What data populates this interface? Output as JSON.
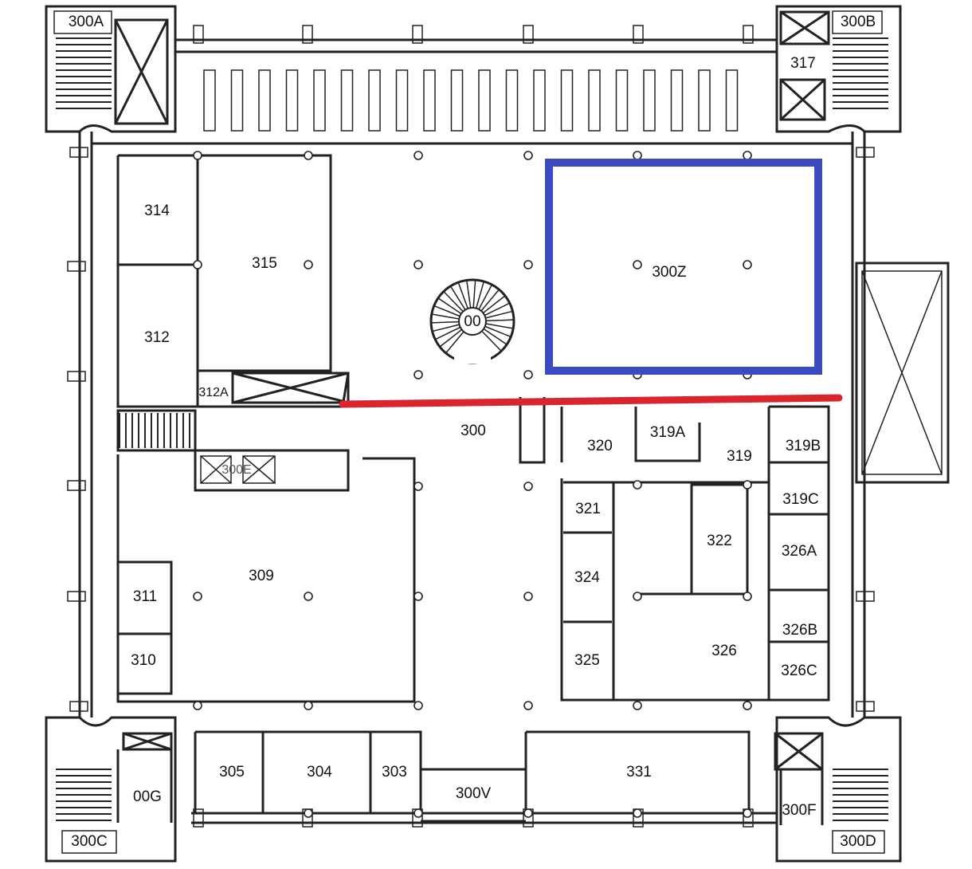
{
  "title": "Third floor plan",
  "colors": {
    "highlight_box": "#3b4bc0",
    "route_line": "#d8262c",
    "walls": "#222222"
  },
  "rooms": {
    "r300A": "300A",
    "r300B": "300B",
    "r317": "317",
    "r314": "314",
    "r315": "315",
    "r312": "312",
    "r312A": "312A",
    "r300Z": "300Z",
    "spiral": "00",
    "r300": "300",
    "r319A": "319A",
    "r319": "319",
    "r319B": "319B",
    "r319C": "319C",
    "r320": "320",
    "r321": "321",
    "r322": "322",
    "r326A": "326A",
    "r324": "324",
    "r326B": "326B",
    "r326": "326",
    "r325": "325",
    "r326C": "326C",
    "r309": "309",
    "r311": "311",
    "r310": "310",
    "r300E": "300E",
    "r305": "305",
    "r304": "304",
    "r303": "303",
    "r300V": "300V",
    "r331": "331",
    "r300G": "00G",
    "r300C": "300C",
    "r300F": "300F",
    "r300D": "300D"
  },
  "highlight": {
    "room": "300Z",
    "shape": "rectangle"
  },
  "route": {
    "shape": "line",
    "from_room": "312A",
    "to_room": "319B"
  }
}
